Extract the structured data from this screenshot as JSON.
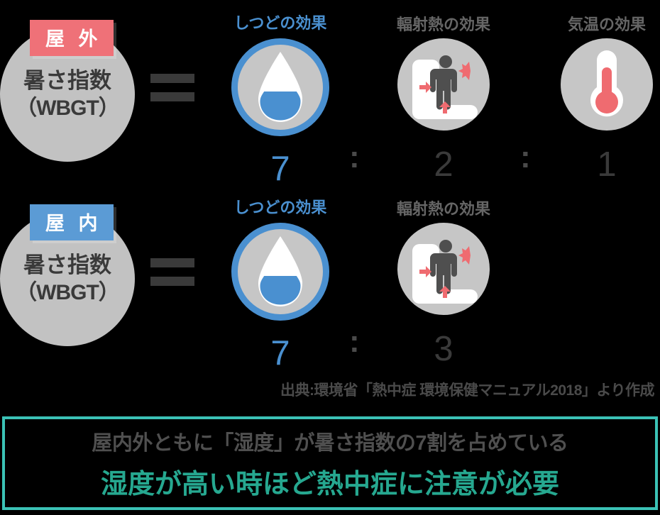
{
  "rows": [
    {
      "badge": "屋 外",
      "badge_color": "#ef7178",
      "wbgt_line1": "暑さ指数",
      "wbgt_line2": "（WBGT）",
      "equals": "=",
      "factors": [
        {
          "label": "しつどの効果",
          "icon": "water-droplet-icon",
          "value": "7",
          "value_color": "#4a90d0",
          "label_color": "#4a90d0"
        },
        {
          "label": "輻射熱の効果",
          "icon": "radiant-heat-person-icon",
          "value": "2",
          "value_color": "#3a3a3a",
          "label_color": "#666666"
        },
        {
          "label": "気温の効果",
          "icon": "thermometer-icon",
          "value": "1",
          "value_color": "#3a3a3a",
          "label_color": "#666666"
        }
      ],
      "separators": [
        ":",
        ":"
      ]
    },
    {
      "badge": "屋 内",
      "badge_color": "#5b9bd5",
      "wbgt_line1": "暑さ指数",
      "wbgt_line2": "（WBGT）",
      "equals": "=",
      "factors": [
        {
          "label": "しつどの効果",
          "icon": "water-droplet-icon",
          "value": "7",
          "value_color": "#4a90d0",
          "label_color": "#4a90d0"
        },
        {
          "label": "輻射熱の効果",
          "icon": "radiant-heat-person-icon",
          "value": "3",
          "value_color": "#3a3a3a",
          "label_color": "#666666"
        }
      ],
      "separators": [
        ":"
      ]
    }
  ],
  "source": "出典:環境省「熱中症 環境保健マニュアル2018」より作成",
  "callout": {
    "line1": "屋内外ともに「湿度」が暑さ指数の7割を占めている",
    "line2": "湿度が高い時ほど熱中症に注意が必要",
    "border_color": "#3bc2b6",
    "line2_color": "#26a890"
  },
  "colors": {
    "circle_gray": "#c2c2c2",
    "icon_gray": "#c6c6c6",
    "blue": "#4a90d0",
    "red": "#ef6b70",
    "dark": "#3a3a3a",
    "teal": "#26a890"
  }
}
